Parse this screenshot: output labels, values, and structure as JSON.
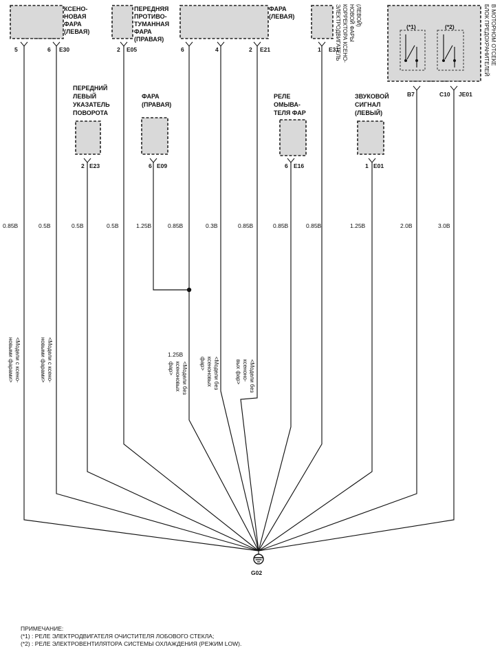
{
  "components": [
    {
      "key": "xenon_left",
      "label": [
        "КСЕНО-",
        "НОВАЯ",
        "ФАРА",
        "(ЛЕВАЯ)"
      ],
      "connector": "E30",
      "pins": [
        "5",
        "6"
      ]
    },
    {
      "key": "fog_right",
      "label": [
        "ПЕРЕДНЯЯ",
        "ПРОТИВО-",
        "ТУМАННАЯ",
        "ФАРА",
        "(ПРАВАЯ)"
      ],
      "connector": "E05",
      "pins": [
        "2"
      ]
    },
    {
      "key": "head_left",
      "label": [
        "ФАРА",
        "(ЛЕВАЯ)"
      ],
      "connector": "E21",
      "pins": [
        "6",
        "4",
        "2"
      ]
    },
    {
      "key": "leveler_left",
      "label": [
        "ЭЛЕКТРОДВИГАТЕЛЬ",
        "КОРРЕКТОРА КСЕНО-",
        "НОВОЙ ФАРЫ",
        "(ЛЕВОЙ)"
      ],
      "connector": "E31",
      "pins": [
        "1"
      ]
    },
    {
      "key": "fuse_box",
      "label": [
        "БЛОК ПРЕДОХРАНИТЕЛЕЙ",
        "В МОТОРНОМ ОТСЕКЕ"
      ],
      "relays": [
        "(*1)",
        "(*2)"
      ],
      "connectors": [
        "B7",
        "C10",
        "JE01"
      ]
    },
    {
      "key": "turn_left",
      "label": [
        "ПЕРЕДНИЙ",
        "ЛЕВЫЙ",
        "УКАЗАТЕЛЬ",
        "ПОВОРОТА"
      ],
      "connector": "E23",
      "pins": [
        "2"
      ]
    },
    {
      "key": "head_right",
      "label": [
        "ФАРА",
        "(ПРАВАЯ)"
      ],
      "connector": "E09",
      "pins": [
        "6"
      ]
    },
    {
      "key": "washer_relay",
      "label": [
        "РЕЛЕ",
        "ОМЫВА-",
        "ТЕЛЯ ФАР"
      ],
      "connector": "E16",
      "pins": [
        "6"
      ]
    },
    {
      "key": "horn_left",
      "label": [
        "ЗВУКОВОЙ",
        "СИГНАЛ",
        "(ЛЕВЫЙ)"
      ],
      "connector": "E01",
      "pins": [
        "1"
      ]
    }
  ],
  "wire_gauges": [
    "0.85B",
    "0.5B",
    "0.5B",
    "0.5B",
    "1.25B",
    "0.85B",
    "0.3B",
    "0.85B",
    "0.85B",
    "0.85B",
    "1.25B",
    "2.0B",
    "3.0B"
  ],
  "branch_gauge": "1.25B",
  "annotations": [
    [
      "<Модели с ксено-",
      "новыми фарами>"
    ],
    [
      "<Модели с ксено-",
      "новыми фарами>"
    ],
    [
      "<Модели без",
      "ксеноновых",
      "фар>"
    ],
    [
      "<Модели без",
      "ксеноновых",
      "фар>"
    ],
    [
      "<Модели без",
      "ксеноно-",
      "вых фар>"
    ]
  ],
  "ground": "G02",
  "notes": {
    "title": "ПРИМЕЧАНИЕ:",
    "lines": [
      "(*1) : РЕЛЕ ЭЛЕКТРОДВИГАТЕЛЯ ОЧИСТИТЕЛЯ ЛОБОВОГО СТЕКЛА;",
      "(*2) : РЕЛЕ ЭЛЕКТРОВЕНТИЛЯТОРА СИСТЕМЫ ОХЛАЖДЕНИЯ (РЕЖИМ LOW)."
    ]
  }
}
